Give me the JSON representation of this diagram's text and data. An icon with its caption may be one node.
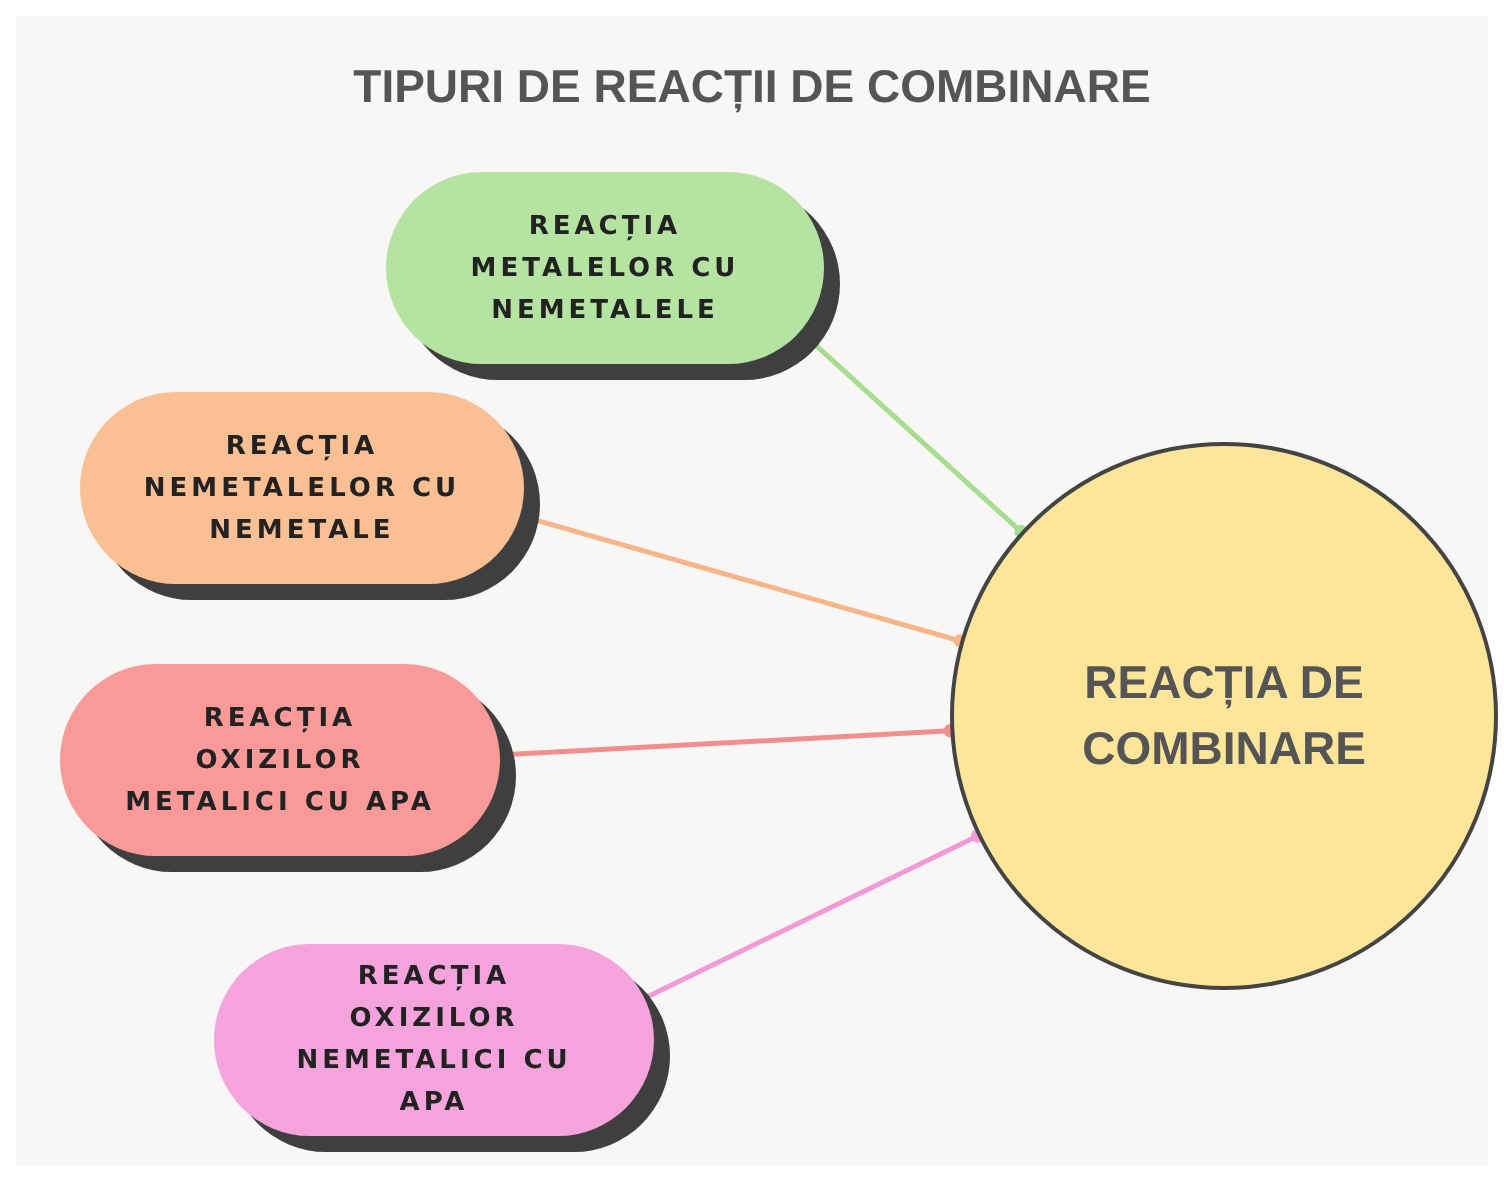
{
  "diagram": {
    "title": "TIPURI DE REACȚII DE COMBINARE",
    "nodes": [
      {
        "text": [
          "REACȚIA METALELOR CU NEMETALELE"
        ]
      },
      {
        "text": [
          "REACȚIA NEMETALELOR CU NEMETALE"
        ]
      },
      {
        "text": [
          "REACȚIA OXIZILOR METALICI CU APA"
        ]
      },
      {
        "text": [
          "REACȚIA OXIZILOR NEMETALICI CU APA"
        ]
      },
      {
        "text": [
          "REACȚIA DE COMBINARE"
        ]
      }
    ],
    "edges": [
      {
        "from": 0,
        "to": 4,
        "arrow": "other",
        "color": "#a6dd8e"
      },
      {
        "from": 1,
        "to": 4,
        "arrow": "other",
        "color": "#f7b58a"
      },
      {
        "from": 2,
        "to": 4,
        "arrow": "other",
        "color": "#f28e8e"
      },
      {
        "from": 3,
        "to": 4,
        "arrow": "other",
        "color": "#f29ad7"
      }
    ]
  }
}
